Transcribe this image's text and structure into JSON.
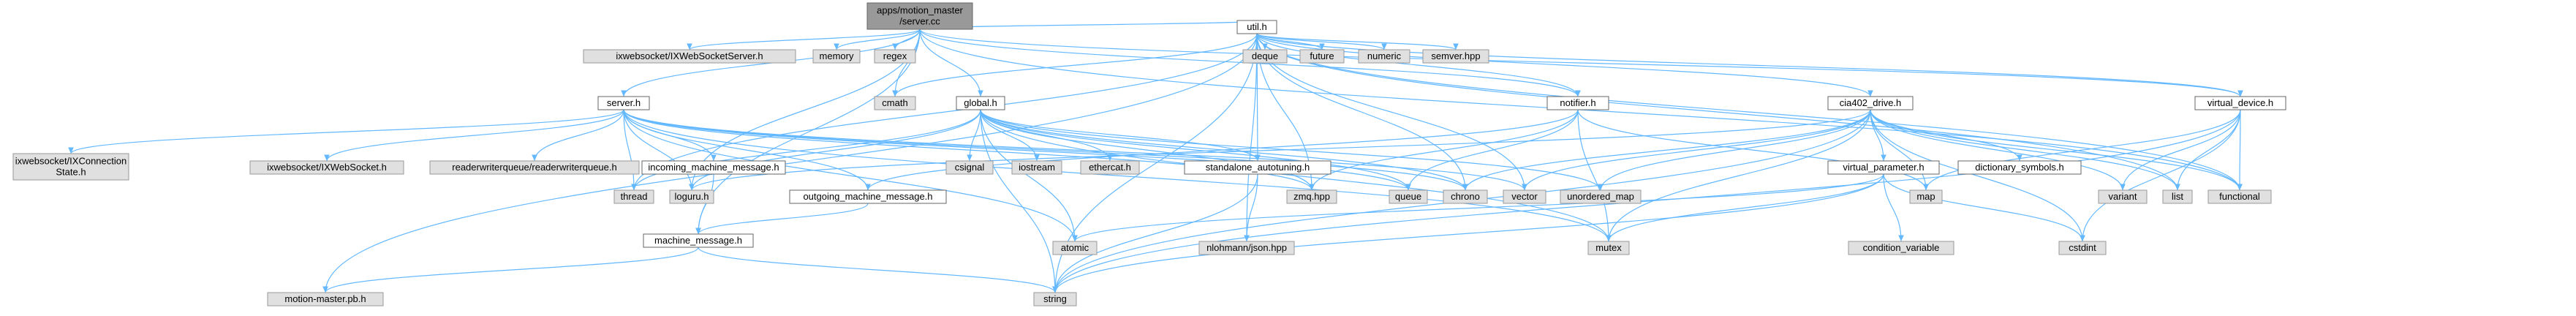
{
  "diagram": {
    "colors": {
      "root_fill": "#999999",
      "node_fill": "#ffffff",
      "node_stroke": "#666666",
      "external_fill": "#e0e0e0",
      "external_stroke": "#999999",
      "edge": "#63b8ff"
    },
    "nodes": [
      {
        "id": "root",
        "label": [
          "apps/motion_master",
          "/server.cc"
        ],
        "kind": "root"
      },
      {
        "id": "util",
        "label": [
          "util.h"
        ],
        "kind": "file"
      },
      {
        "id": "ixwss",
        "label": [
          "ixwebsocket/IXWebSocketServer.h"
        ],
        "kind": "external"
      },
      {
        "id": "memory",
        "label": [
          "memory"
        ],
        "kind": "external"
      },
      {
        "id": "regex",
        "label": [
          "regex"
        ],
        "kind": "external"
      },
      {
        "id": "global",
        "label": [
          "global.h"
        ],
        "kind": "file"
      },
      {
        "id": "cmath",
        "label": [
          "cmath"
        ],
        "kind": "external"
      },
      {
        "id": "deque",
        "label": [
          "deque"
        ],
        "kind": "external"
      },
      {
        "id": "future",
        "label": [
          "future"
        ],
        "kind": "external"
      },
      {
        "id": "numeric",
        "label": [
          "numeric"
        ],
        "kind": "external"
      },
      {
        "id": "semver",
        "label": [
          "semver.hpp"
        ],
        "kind": "external"
      },
      {
        "id": "notifier",
        "label": [
          "notifier.h"
        ],
        "kind": "file"
      },
      {
        "id": "cia402",
        "label": [
          "cia402_drive.h"
        ],
        "kind": "file"
      },
      {
        "id": "virtdev",
        "label": [
          "virtual_device.h"
        ],
        "kind": "file"
      },
      {
        "id": "server",
        "label": [
          "server.h"
        ],
        "kind": "file"
      },
      {
        "id": "ixconn",
        "label": [
          "ixwebsocket/IXConnection",
          "State.h"
        ],
        "kind": "external"
      },
      {
        "id": "ixws",
        "label": [
          "ixwebsocket/IXWebSocket.h"
        ],
        "kind": "external"
      },
      {
        "id": "rwq",
        "label": [
          "readerwriterqueue/readerwriterqueue.h"
        ],
        "kind": "external"
      },
      {
        "id": "incoming",
        "label": [
          "incoming_machine_message.h"
        ],
        "kind": "file"
      },
      {
        "id": "thread",
        "label": [
          "thread"
        ],
        "kind": "external"
      },
      {
        "id": "loguru",
        "label": [
          "loguru.h"
        ],
        "kind": "external"
      },
      {
        "id": "outgoing",
        "label": [
          "outgoing_machine_message.h"
        ],
        "kind": "file"
      },
      {
        "id": "csignal",
        "label": [
          "csignal"
        ],
        "kind": "external"
      },
      {
        "id": "iostream",
        "label": [
          "iostream"
        ],
        "kind": "external"
      },
      {
        "id": "ethercat",
        "label": [
          "ethercat.h"
        ],
        "kind": "external"
      },
      {
        "id": "standalone",
        "label": [
          "standalone_autotuning.h"
        ],
        "kind": "file"
      },
      {
        "id": "zmq",
        "label": [
          "zmq.hpp"
        ],
        "kind": "external"
      },
      {
        "id": "queue",
        "label": [
          "queue"
        ],
        "kind": "external"
      },
      {
        "id": "chrono",
        "label": [
          "chrono"
        ],
        "kind": "external"
      },
      {
        "id": "vector",
        "label": [
          "vector"
        ],
        "kind": "external"
      },
      {
        "id": "umap",
        "label": [
          "unordered_map"
        ],
        "kind": "external"
      },
      {
        "id": "map",
        "label": [
          "map"
        ],
        "kind": "external"
      },
      {
        "id": "dictsym",
        "label": [
          "dictionary_symbols.h"
        ],
        "kind": "file"
      },
      {
        "id": "variant",
        "label": [
          "variant"
        ],
        "kind": "external"
      },
      {
        "id": "list",
        "label": [
          "list"
        ],
        "kind": "external"
      },
      {
        "id": "functional",
        "label": [
          "functional"
        ],
        "kind": "external"
      },
      {
        "id": "virtparam",
        "label": [
          "virtual_parameter.h"
        ],
        "kind": "file"
      },
      {
        "id": "machmsg",
        "label": [
          "machine_message.h"
        ],
        "kind": "file"
      },
      {
        "id": "atomic",
        "label": [
          "atomic"
        ],
        "kind": "external"
      },
      {
        "id": "nlohmann",
        "label": [
          "nlohmann/json.hpp"
        ],
        "kind": "external"
      },
      {
        "id": "mutex",
        "label": [
          "mutex"
        ],
        "kind": "external"
      },
      {
        "id": "condvar",
        "label": [
          "condition_variable"
        ],
        "kind": "external"
      },
      {
        "id": "cstdint",
        "label": [
          "cstdint"
        ],
        "kind": "external"
      },
      {
        "id": "motionpb",
        "label": [
          "motion-master.pb.h"
        ],
        "kind": "external"
      },
      {
        "id": "string",
        "label": [
          "string"
        ],
        "kind": "external"
      }
    ],
    "edges": [
      [
        "root",
        "util"
      ],
      [
        "root",
        "ixwss"
      ],
      [
        "root",
        "memory"
      ],
      [
        "root",
        "regex"
      ],
      [
        "root",
        "global"
      ],
      [
        "root",
        "cmath"
      ],
      [
        "root",
        "notifier"
      ],
      [
        "root",
        "server"
      ],
      [
        "root",
        "machmsg"
      ],
      [
        "root",
        "loguru"
      ],
      [
        "root",
        "virtdev"
      ],
      [
        "root",
        "functional"
      ],
      [
        "util",
        "cmath"
      ],
      [
        "util",
        "deque"
      ],
      [
        "util",
        "future"
      ],
      [
        "util",
        "numeric"
      ],
      [
        "util",
        "semver"
      ],
      [
        "util",
        "notifier"
      ],
      [
        "util",
        "cia402"
      ],
      [
        "util",
        "virtdev"
      ],
      [
        "util",
        "standalone"
      ],
      [
        "util",
        "nlohmann"
      ],
      [
        "util",
        "string"
      ],
      [
        "util",
        "zmq"
      ],
      [
        "util",
        "chrono"
      ],
      [
        "util",
        "list"
      ],
      [
        "util",
        "functional"
      ],
      [
        "util",
        "motionpb"
      ],
      [
        "util",
        "thread"
      ],
      [
        "util",
        "vector"
      ],
      [
        "global",
        "csignal"
      ],
      [
        "global",
        "iostream"
      ],
      [
        "global",
        "ethercat"
      ],
      [
        "global",
        "standalone"
      ],
      [
        "global",
        "atomic"
      ],
      [
        "global",
        "loguru"
      ],
      [
        "global",
        "string"
      ],
      [
        "global",
        "queue"
      ],
      [
        "global",
        "zmq"
      ],
      [
        "global",
        "umap"
      ],
      [
        "global",
        "mutex"
      ],
      [
        "global",
        "chrono"
      ],
      [
        "global",
        "thread"
      ],
      [
        "notifier",
        "zmq"
      ],
      [
        "notifier",
        "queue"
      ],
      [
        "notifier",
        "mutex"
      ],
      [
        "notifier",
        "outgoing"
      ],
      [
        "notifier",
        "map"
      ],
      [
        "cia402",
        "virtparam"
      ],
      [
        "cia402",
        "dictsym"
      ],
      [
        "cia402",
        "map"
      ],
      [
        "cia402",
        "variant"
      ],
      [
        "cia402",
        "list"
      ],
      [
        "cia402",
        "functional"
      ],
      [
        "cia402",
        "cstdint"
      ],
      [
        "cia402",
        "mutex"
      ],
      [
        "cia402",
        "string"
      ],
      [
        "cia402",
        "vector"
      ],
      [
        "cia402",
        "chrono"
      ],
      [
        "cia402",
        "umap"
      ],
      [
        "cia402",
        "loguru"
      ],
      [
        "virtdev",
        "map"
      ],
      [
        "virtdev",
        "variant"
      ],
      [
        "virtdev",
        "list"
      ],
      [
        "virtdev",
        "functional"
      ],
      [
        "virtdev",
        "cstdint"
      ],
      [
        "virtdev",
        "string"
      ],
      [
        "server",
        "ixconn"
      ],
      [
        "server",
        "ixws"
      ],
      [
        "server",
        "rwq"
      ],
      [
        "server",
        "incoming"
      ],
      [
        "server",
        "thread"
      ],
      [
        "server",
        "loguru"
      ],
      [
        "server",
        "outgoing"
      ],
      [
        "server",
        "atomic"
      ],
      [
        "server",
        "zmq"
      ],
      [
        "server",
        "queue"
      ],
      [
        "server",
        "chrono"
      ],
      [
        "server",
        "vector"
      ],
      [
        "server",
        "mutex"
      ],
      [
        "incoming",
        "machmsg"
      ],
      [
        "outgoing",
        "machmsg"
      ],
      [
        "machmsg",
        "motionpb"
      ],
      [
        "machmsg",
        "string"
      ],
      [
        "standalone",
        "nlohmann"
      ],
      [
        "standalone",
        "string"
      ],
      [
        "virtparam",
        "condvar"
      ],
      [
        "virtparam",
        "mutex"
      ],
      [
        "virtparam",
        "cstdint"
      ],
      [
        "virtparam",
        "string"
      ],
      [
        "virtparam",
        "atomic"
      ]
    ]
  }
}
